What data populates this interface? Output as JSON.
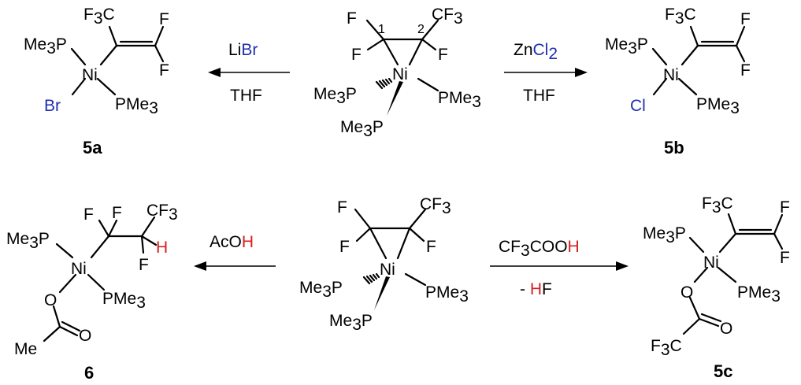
{
  "colors": {
    "text": "#000000",
    "halide": "#1f2fb0",
    "hydrogen": "#d81e1e"
  },
  "top": {
    "start": {
      "num1": "1",
      "num2": "2",
      "F": "F",
      "CF": "CF",
      "three": "3",
      "Ni": "Ni",
      "Me": "Me",
      "P": "P",
      "PMe": "PMe"
    },
    "left": {
      "reagent_pre": "Li",
      "reagent_halide": "Br",
      "solvent": "THF",
      "product": {
        "F3C_F": "F",
        "F3C_C": "C",
        "three": "3",
        "F": "F",
        "Me": "Me",
        "P": "P",
        "Ni": "Ni",
        "X": "Br",
        "PMe": "PMe"
      },
      "label": "5a"
    },
    "right": {
      "reagent_pre": "Zn",
      "reagent_halide": "Cl",
      "reagent_sub": "2",
      "solvent": "THF",
      "product": {
        "F3C_F": "F",
        "F3C_C": "C",
        "three": "3",
        "F": "F",
        "Me": "Me",
        "P": "P",
        "Ni": "Ni",
        "X": "Cl",
        "PMe": "PMe"
      },
      "label": "5b"
    }
  },
  "bottom": {
    "start": {
      "F": "F",
      "CF": "CF",
      "three": "3",
      "Ni": "Ni",
      "Me": "Me",
      "P": "P",
      "PMe": "PMe"
    },
    "left": {
      "reagent_pre": "AcO",
      "reagent_h": "H",
      "product": {
        "F": "F",
        "CF": "CF",
        "three": "3",
        "H": "H",
        "Me": "Me",
        "P": "P",
        "Ni": "Ni",
        "O": "O",
        "PMe": "PMe",
        "Me_acyl": "Me"
      },
      "label": "6"
    },
    "right": {
      "reagent_cf": "CF",
      "reagent_three": "3",
      "reagent_cooh": "COO",
      "reagent_h": "H",
      "elim_pre": "- ",
      "elim_h": "H",
      "elim_post": "F",
      "product": {
        "F3C_F": "F",
        "F3C_C": "C",
        "three": "3",
        "F": "F",
        "Me": "Me",
        "P": "P",
        "Ni": "Ni",
        "O": "O",
        "PMe": "PMe",
        "CF": "F",
        "C3": "C"
      },
      "label": "5c"
    }
  }
}
